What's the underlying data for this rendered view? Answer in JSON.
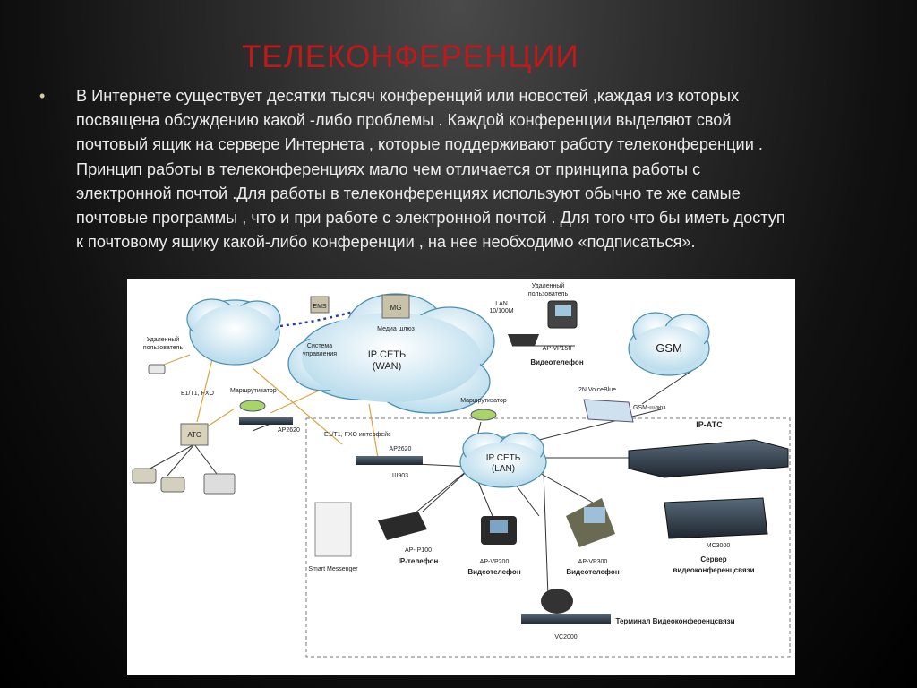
{
  "slide": {
    "title": "ТЕЛЕКОНФЕРЕНЦИИ",
    "bullet": "•",
    "paragraph_lines": [
      "В Интернете существует десятки тысяч конференций или новостей ,каждая из которых",
      "посвящена обсуждению какой -либо проблемы . Каждой конференции выделяют свой",
      "почтовый ящик на сервере  Интернета , которые поддерживают  работу телеконференции .",
      "Принцип работы в телеконференциях мало чем отличается от принципа работы с",
      "электронной почтой .Для работы в телеконференциях используют обычно те же самые",
      "почтовые программы , что и при работе  с электронной почтой . Для того что бы иметь доступ",
      "к почтовому ящику какой-либо конференции , на нее необходимо «подписаться»."
    ]
  },
  "diagram": {
    "remote_user_left": [
      "Удаленный",
      "пользователь"
    ],
    "remote_user_top": [
      "Удаленный",
      "пользователь"
    ],
    "ems": "EMS",
    "mg": "MG",
    "media_gateway": "Медиа шлюз",
    "control_system": [
      "Система",
      "управления"
    ],
    "wan_cloud": [
      "IP СЕТЬ",
      "(WAN)"
    ],
    "lan_speed": [
      "LAN",
      "10/100M"
    ],
    "ap_vp150": "AP-VP150",
    "videophone_top": "Видеотелефон",
    "gsm": "GSM",
    "e1_fxo": "E1/T1, FXO",
    "router_left": "Маршрутизатор",
    "ap2620_left": "AP2620",
    "ats": "АТС",
    "router_mid": "Маршрутизатор",
    "voiceblue": "2N VoiceBlue",
    "gsm_gateway": "GSM-шлюз",
    "ip_ats": "IP-АТС",
    "e1_fxo_interface": "E1/T1, FXO интерфейс",
    "ap2620_mid": "AP2620",
    "sh903": "Ш903",
    "lan_cloud": [
      "IP СЕТЬ",
      "(LAN)"
    ],
    "ap_ip100": "AP-IP100",
    "ip_phone": "IP-телефон",
    "smart_messenger": "Smart Messenger",
    "ap_vp200": "AP-VP200",
    "videophone_200": "Видеотелефон",
    "ap_vp300": "AP-VP300",
    "videophone_300": "Видеотелефон",
    "mc3000": "MC3000",
    "server_lines": [
      "Сервер",
      "видеоконференцсвязи"
    ],
    "terminal": "Терминал Видеоконференцсвязи",
    "vc2000": "VC2000"
  }
}
